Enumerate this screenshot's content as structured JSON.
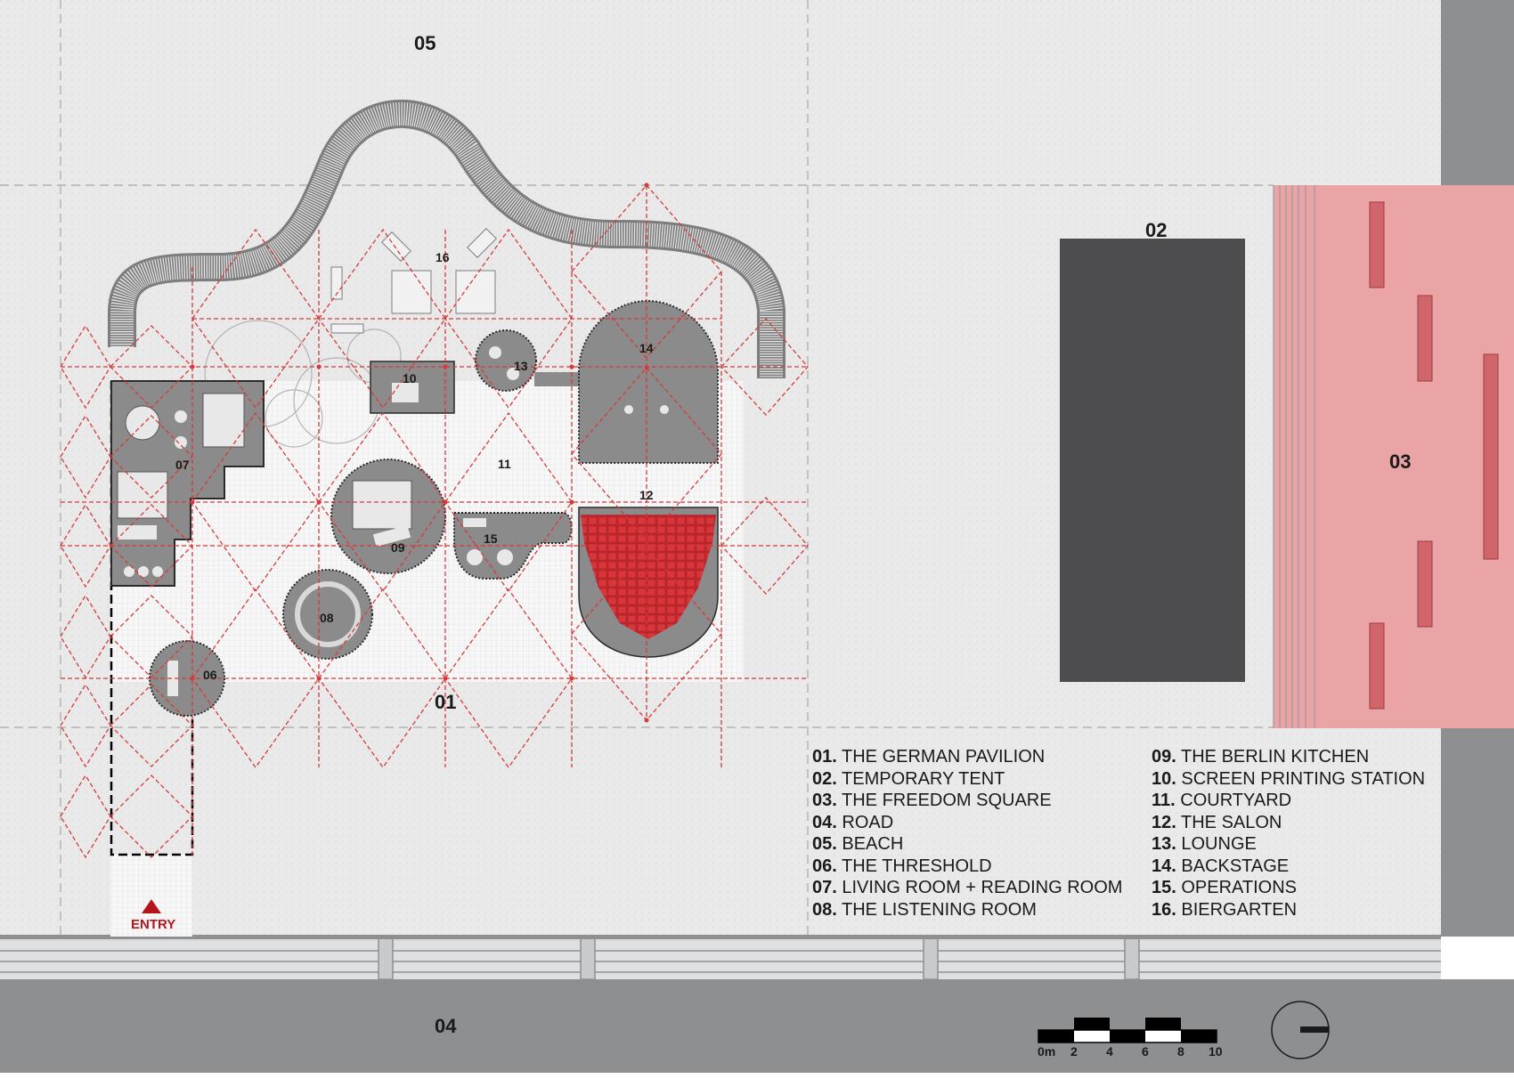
{
  "zone_labels": {
    "z01": "01",
    "z02": "02",
    "z03": "03",
    "z04": "04",
    "z05": "05",
    "z06": "06",
    "z07": "07",
    "z08": "08",
    "z09": "09",
    "z10": "10",
    "z11": "11",
    "z12": "12",
    "z13": "13",
    "z14": "14",
    "z15": "15",
    "z16": "16"
  },
  "entry_label": "ENTRY",
  "legend": {
    "col1": [
      {
        "num": "01.",
        "name": "THE GERMAN PAVILION"
      },
      {
        "num": "02.",
        "name": "TEMPORARY TENT"
      },
      {
        "num": "03.",
        "name": "THE FREEDOM SQUARE"
      },
      {
        "num": "04.",
        "name": "ROAD"
      },
      {
        "num": "05.",
        "name": "BEACH"
      },
      {
        "num": "06.",
        "name": "THE THRESHOLD"
      },
      {
        "num": "07.",
        "name": "LIVING ROOM + READING ROOM"
      },
      {
        "num": "08.",
        "name": "THE LISTENING ROOM"
      }
    ],
    "col2": [
      {
        "num": "09.",
        "name": "THE BERLIN KITCHEN"
      },
      {
        "num": "10.",
        "name": "SCREEN PRINTING STATION"
      },
      {
        "num": "11.",
        "name": "COURTYARD"
      },
      {
        "num": "12.",
        "name": "THE SALON"
      },
      {
        "num": "13.",
        "name": "LOUNGE"
      },
      {
        "num": "14.",
        "name": "BACKSTAGE"
      },
      {
        "num": "15.",
        "name": "OPERATIONS"
      },
      {
        "num": "16.",
        "name": "BIERGARTEN"
      }
    ]
  },
  "scale_bar": {
    "labels": [
      "0m",
      "2",
      "4",
      "6",
      "8",
      "10"
    ]
  },
  "colors": {
    "ground": "#e9e9e9",
    "road": "#8e8f91",
    "road_dark": "#7f8082",
    "tent": "#4d4d4f",
    "square": "#eaa4a6",
    "square_bar": "#d0666b",
    "grid_red": "#d63a3a",
    "seating_red": "#c1272d",
    "pavilion_gray": "#8b8b8b"
  },
  "icons": {
    "north": "north-arrow-icon",
    "entry": "triangle-up-icon"
  }
}
